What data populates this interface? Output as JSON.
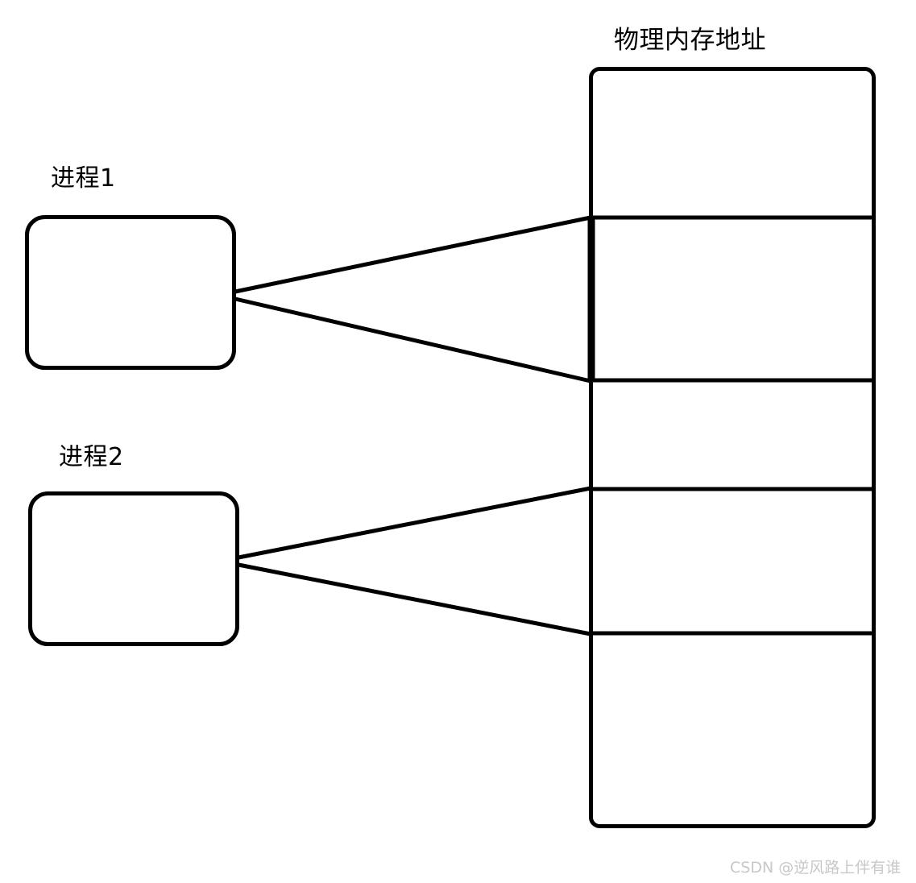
{
  "diagram": {
    "memory_column": {
      "title": "物理内存地址",
      "blocks": [
        {
          "index": 1,
          "label": ""
        },
        {
          "index": 2,
          "label": ""
        },
        {
          "index": 3,
          "label": ""
        },
        {
          "index": 4,
          "label": ""
        },
        {
          "index": 5,
          "label": ""
        }
      ]
    },
    "processes": [
      {
        "id": "process1",
        "label": "进程1"
      },
      {
        "id": "process2",
        "label": "进程2"
      }
    ],
    "connections": [
      {
        "from": "process1",
        "to_block": 2,
        "edge": "top"
      },
      {
        "from": "process1",
        "to_block": 2,
        "edge": "bottom"
      },
      {
        "from": "process2",
        "to_block": 4,
        "edge": "top"
      },
      {
        "from": "process2",
        "to_block": 4,
        "edge": "bottom"
      }
    ],
    "colors": {
      "stroke": "#000000",
      "background": "#ffffff",
      "watermark": "#c8c8c8"
    }
  },
  "watermark": {
    "text": "CSDN @逆风路上伴有谁"
  }
}
